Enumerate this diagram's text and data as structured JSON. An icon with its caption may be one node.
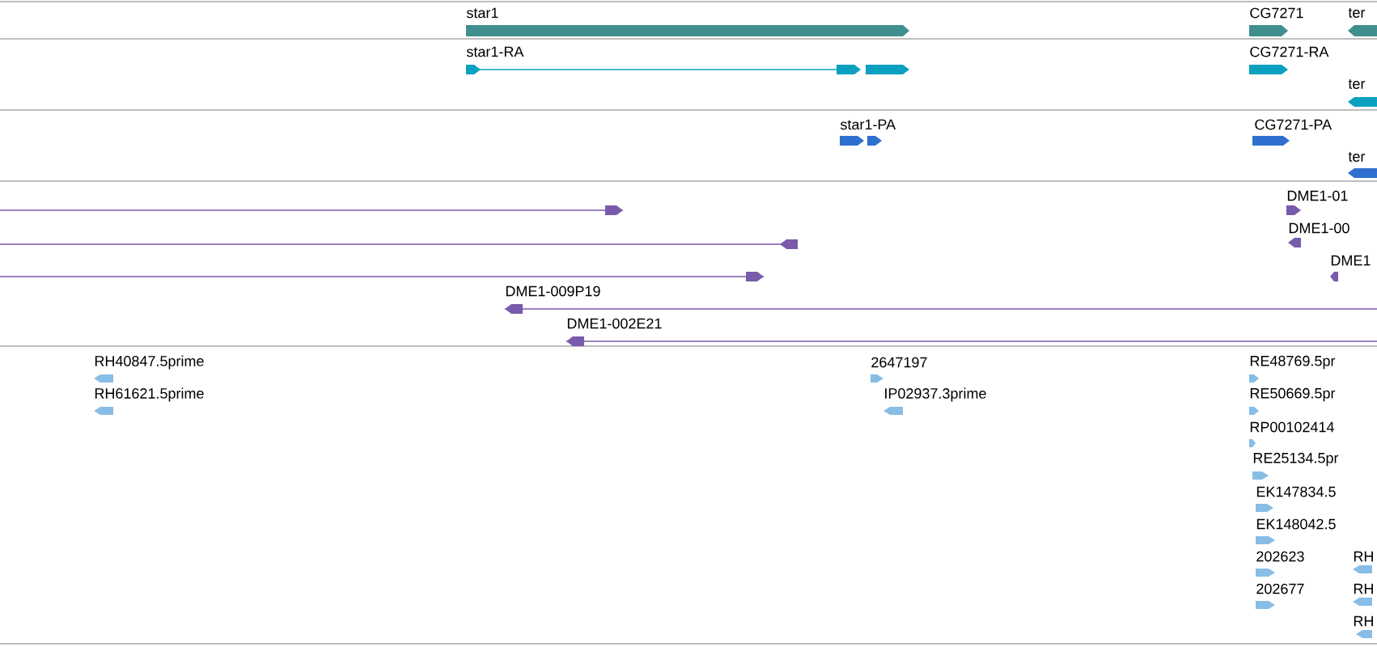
{
  "diagram": {
    "labels": [
      "star1",
      "CG7271",
      "ter",
      "star1-RA",
      "CG7271-RA",
      "ter",
      "star1-PA",
      "CG7271-PA",
      "ter",
      "DME1-01",
      "DME1-00",
      "DME1",
      "DME1-009P19",
      "DME1-002E21",
      "RH40847.5prime",
      "2647197",
      "RE48769.5pr",
      "RH61621.5prime",
      "IP02937.3prime",
      "RE50669.5pr",
      "RP00102414",
      "RE25134.5pr",
      "EK147834.5",
      "EK148042.5",
      "202623",
      "RH",
      "202677",
      "RH",
      "RH"
    ]
  }
}
